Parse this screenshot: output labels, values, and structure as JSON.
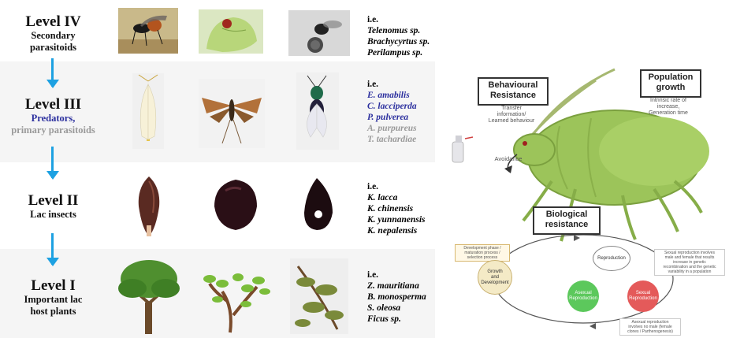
{
  "levels": [
    {
      "title": "Level IV",
      "subtitle": "Secondary\nparasitoids",
      "ie": "i.e.",
      "species": [
        {
          "name": "Telenomus sp."
        },
        {
          "name": "Brachycyrtus sp."
        },
        {
          "name": "Perilampus sp."
        }
      ]
    },
    {
      "title": "Level III",
      "subtitle": "Predators,",
      "subtitle2": "primary parasitoids",
      "ie": "i.e.",
      "species": [
        {
          "name": "E. amabilis"
        },
        {
          "name": "C. lacciperda"
        },
        {
          "name": "P. pulverea"
        },
        {
          "name": "A. purpureus"
        },
        {
          "name": "T. tachardiae"
        }
      ]
    },
    {
      "title": "Level II",
      "subtitle": "Lac insects",
      "ie": "i.e.",
      "species": [
        {
          "name": "K. lacca"
        },
        {
          "name": "K. chinensis"
        },
        {
          "name": "K. yunnanensis"
        },
        {
          "name": "K. nepalensis"
        }
      ]
    },
    {
      "title": "Level I",
      "subtitle": "Important lac\nhost plants",
      "ie": "i.e.",
      "species": [
        {
          "name": "Z. mauritiana"
        },
        {
          "name": "B. monosperma"
        },
        {
          "name": "S. oleosa"
        },
        {
          "name": "Ficus sp."
        }
      ]
    }
  ],
  "colors": {
    "arrow": "#1da1e2",
    "predators": "#2b2f9e",
    "parasitoids": "#9a9a9a",
    "insect": "#9cc45a"
  },
  "resistance": {
    "behavioural": "Behavioural\nResistance",
    "behavioural_note": "Transfer\ninformation/\nLearned behaviour",
    "population": "Population\ngrowth",
    "population_note": "Intrinsic rate of\nincrease,\nGeneration time",
    "avoidance": "Avoidance",
    "biological": "Biological\nresistance",
    "reproduction": "Reproduction",
    "growth": "Growth\nand\nDevelopment",
    "asexual": "Asexual\nReproduction",
    "sexual": "Sexual\nReproduction",
    "dev_note": "Development phase /\nmaturation process /\nselection process",
    "sexual_note": "Sexual reproduction involves\nmale and female that results\nincrease in genetic\nrecombination and the genetic\nvariability in a population",
    "asexual_note": "Asexual reproduction\ninvolves no male (female\nclones / Parthenogenesis)"
  }
}
